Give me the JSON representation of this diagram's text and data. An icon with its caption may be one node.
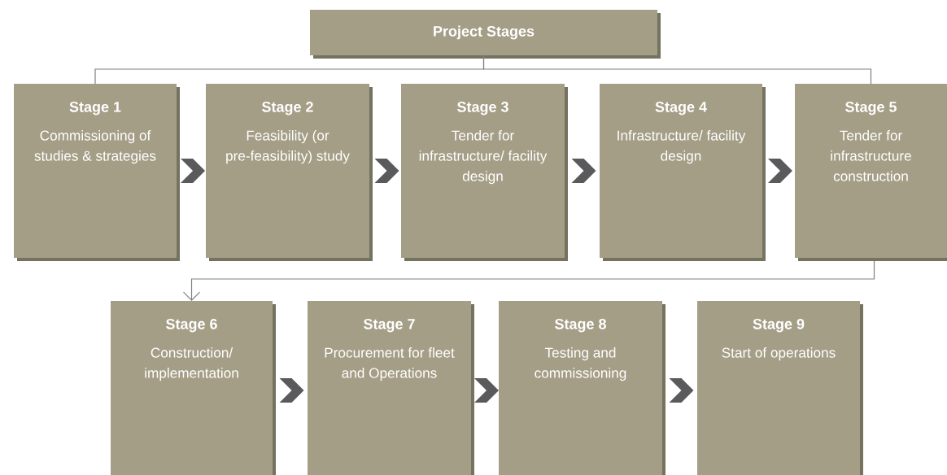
{
  "diagram": {
    "nodes": [
      {
        "text": [
          "Project Stages"
        ]
      },
      {
        "text": [
          "Stage 1",
          "Commissioning of studies & strategies"
        ]
      },
      {
        "text": [
          "Stage 2",
          "Feasibility (or pre-feasibility) study"
        ]
      },
      {
        "text": [
          "Stage 3",
          "Tender for infrastructure/ facility design"
        ]
      },
      {
        "text": [
          "Stage 4",
          "Infrastructure/ facility design"
        ]
      },
      {
        "text": [
          "Stage 5",
          "Tender for infrastructure construction"
        ]
      },
      {
        "text": [
          "Stage 6",
          "Construction/ implementation"
        ]
      },
      {
        "text": [
          "Stage 7",
          "Procurement for fleet and Operations"
        ]
      },
      {
        "text": [
          "Stage 8",
          "Testing and commissioning"
        ]
      },
      {
        "text": [
          "Stage 9",
          "Start of operations"
        ]
      }
    ],
    "edges": [
      {
        "from": 0,
        "to": 1,
        "arrow": "none"
      },
      {
        "from": 0,
        "to": 5,
        "arrow": "none"
      },
      {
        "from": 1,
        "to": 2,
        "arrow": "to"
      },
      {
        "from": 2,
        "to": 3,
        "arrow": "to"
      },
      {
        "from": 3,
        "to": 4,
        "arrow": "to"
      },
      {
        "from": 4,
        "to": 5,
        "arrow": "to"
      },
      {
        "from": 5,
        "to": 6,
        "arrow": "to"
      },
      {
        "from": 6,
        "to": 7,
        "arrow": "to"
      },
      {
        "from": 7,
        "to": 8,
        "arrow": "to"
      },
      {
        "from": 8,
        "to": 9,
        "arrow": "to"
      }
    ]
  }
}
